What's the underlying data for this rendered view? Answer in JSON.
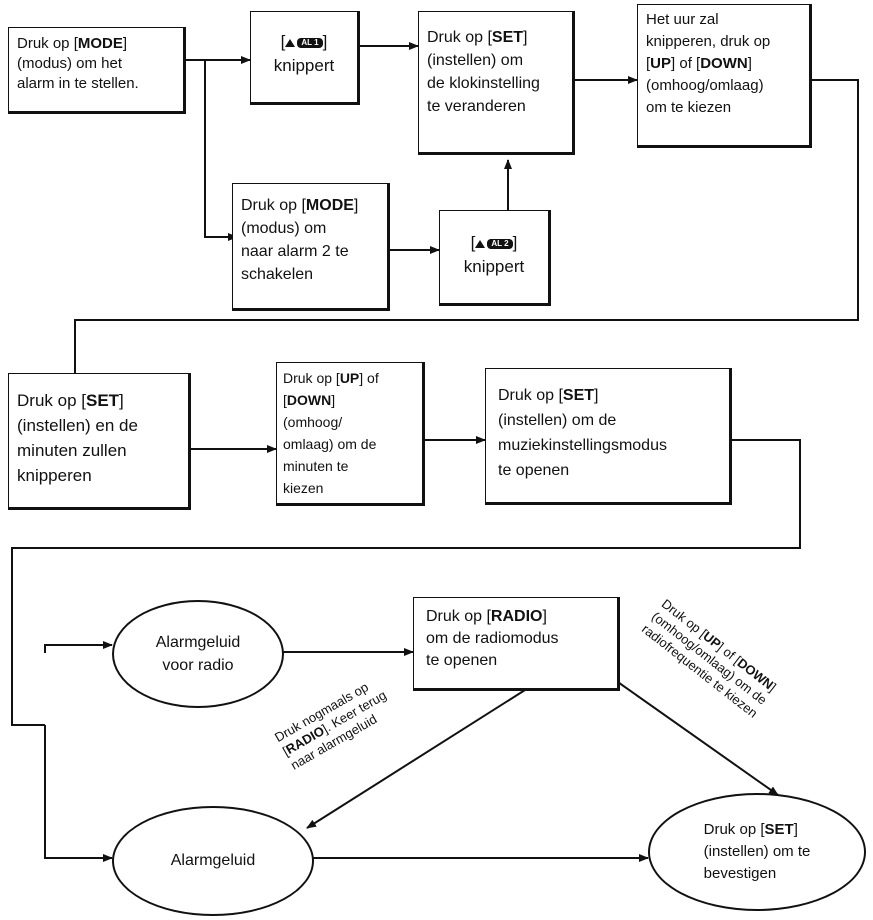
{
  "boxes": {
    "mode": {
      "lines": [
        {
          "pre": "Druk op [",
          "b": "MODE",
          "post": "]"
        },
        {
          "pre": "(modus) om het"
        },
        {
          "pre": "alarm in te stellen."
        }
      ]
    },
    "al1": {
      "open": "[",
      "badge": "AL 1",
      "close": "]",
      "text": "knippert"
    },
    "set1": {
      "lines": [
        {
          "pre": "Druk op [",
          "b": "SET",
          "post": "]"
        },
        {
          "pre": "(instellen) om"
        },
        {
          "pre": "de klokinstelling"
        },
        {
          "pre": "te veranderen"
        }
      ]
    },
    "hour": {
      "lines": [
        {
          "pre": "Het uur zal"
        },
        {
          "pre": "knipperen, druk op"
        },
        {
          "pre": "[",
          "b": "UP",
          "post": "] of ["
        },
        {
          "b": "DOWN",
          "post": "]"
        },
        {
          "pre": "(omhoog/omlaag)"
        },
        {
          "pre": "om te kiezen"
        }
      ]
    },
    "mode2": {
      "lines": [
        {
          "pre": "Druk op [",
          "b": "MODE",
          "post": "]"
        },
        {
          "pre": "(modus) om"
        },
        {
          "pre": "naar alarm 2 te"
        },
        {
          "pre": "schakelen"
        }
      ]
    },
    "al2": {
      "open": "[",
      "badge": "AL 2",
      "close": "]",
      "text": "knippert"
    },
    "setmin": {
      "lines": [
        {
          "pre": "Druk op [",
          "b": "SET",
          "post": "]"
        },
        {
          "pre": "(instellen) en de"
        },
        {
          "pre": "minuten zullen"
        },
        {
          "pre": "knipperen"
        }
      ]
    },
    "updown": {
      "lines": [
        {
          "pre": "Druk op [",
          "b": "UP",
          "post": "] of"
        },
        {
          "pre": "[",
          "b": "DOWN",
          "post": "]"
        },
        {
          "pre": "(omhoog/"
        },
        {
          "pre": "omlaag) om de"
        },
        {
          "pre": "minuten te"
        },
        {
          "pre": "kiezen"
        }
      ]
    },
    "setmusic": {
      "lines": [
        {
          "pre": "Druk op [",
          "b": "SET",
          "post": "]"
        },
        {
          "pre": "(instellen) om de"
        },
        {
          "pre": "muziekinstellingsmodus"
        },
        {
          "pre": "te openen"
        }
      ]
    },
    "radio": {
      "lines": [
        {
          "pre": "Druk op [",
          "b": "RADIO",
          "post": "]"
        },
        {
          "pre": "om de radiomodus"
        },
        {
          "pre": "te openen"
        }
      ]
    },
    "confirm": {
      "lines": [
        {
          "pre": "Druk op [",
          "b": "SET",
          "post": "]"
        },
        {
          "pre": "(instellen) om te"
        },
        {
          "pre": "bevestigen"
        }
      ]
    }
  },
  "ellipses": {
    "radio_sound": [
      "Alarmgeluid",
      "voor radio"
    ],
    "alarm_sound": [
      "Alarmgeluid"
    ]
  },
  "edge_labels": {
    "back": {
      "lines": [
        {
          "pre": "Druk nogmaals op"
        },
        {
          "pre": "[",
          "b": "RADIO",
          "post": "]. Keer terug"
        },
        {
          "pre": "naar alarmgeluid"
        }
      ]
    },
    "freq": {
      "lines": [
        {
          "pre": "Druk op [",
          "b": "UP",
          "post": "] of ["
        },
        {
          "b": "DOWN",
          "post": "]"
        },
        {
          "pre": "(omhoog/omlaag) om de"
        },
        {
          "pre": "radiofrequentie te kiezen"
        }
      ]
    }
  },
  "colors": {
    "ink": "#111111",
    "background": "#ffffff"
  }
}
